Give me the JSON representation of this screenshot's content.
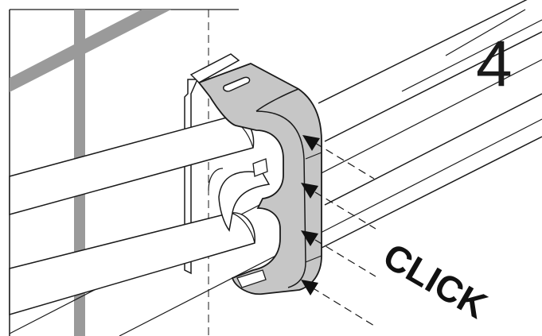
{
  "illustration": {
    "step_number": "4",
    "action_label": "CLICK",
    "colors": {
      "background": "#ffffff",
      "grid_bars": "#9a9a9a",
      "clip_fill": "#c6c6c6",
      "clip_dark": "#9c9c9c",
      "outline": "#1a1a1a",
      "pipe_fill": "#ffffff"
    },
    "parts": {
      "pipes": 2,
      "clip_arrows": 4
    }
  }
}
